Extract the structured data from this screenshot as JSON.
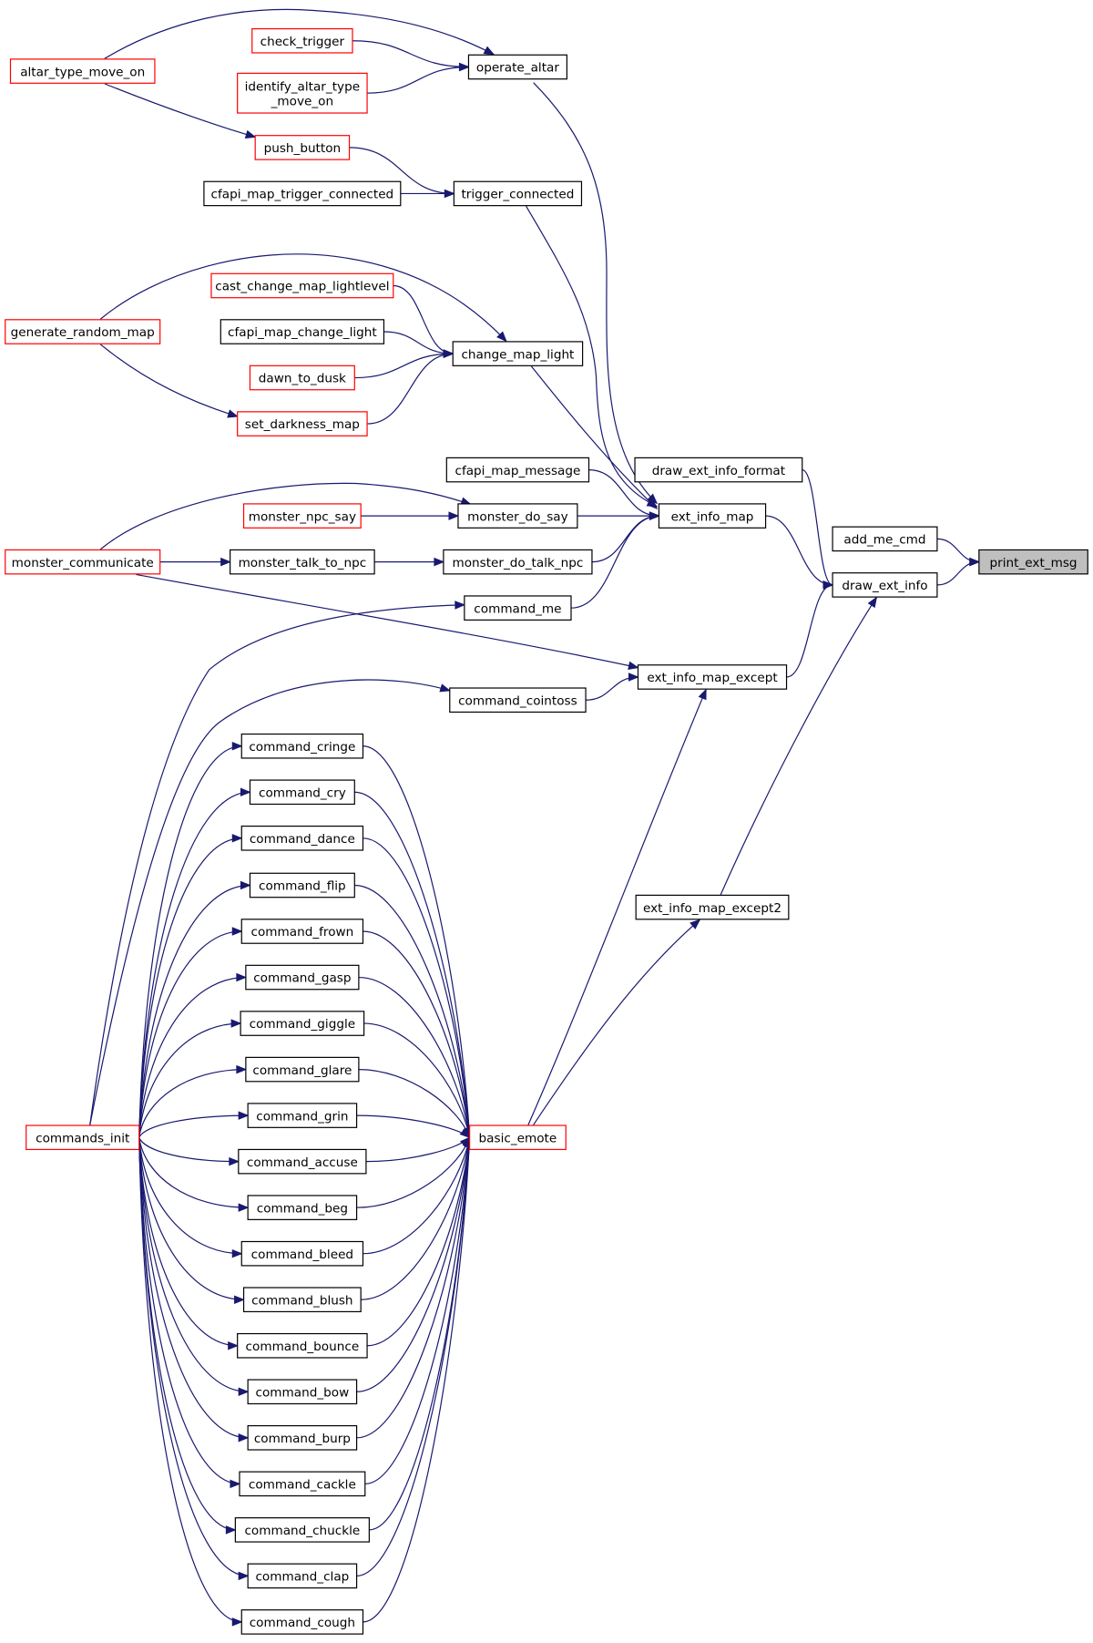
{
  "nodes": [
    {
      "id": "print_ext_msg",
      "label": "print_ext_msg",
      "style": "grey"
    },
    {
      "id": "add_me_cmd",
      "label": "add_me_cmd",
      "style": "black"
    },
    {
      "id": "draw_ext_info",
      "label": "draw_ext_info",
      "style": "black"
    },
    {
      "id": "draw_ext_info_format",
      "label": "draw_ext_info_format",
      "style": "black"
    },
    {
      "id": "ext_info_map",
      "label": "ext_info_map",
      "style": "black"
    },
    {
      "id": "ext_info_map_except",
      "label": "ext_info_map_except",
      "style": "black"
    },
    {
      "id": "ext_info_map_except2",
      "label": "ext_info_map_except2",
      "style": "black"
    },
    {
      "id": "operate_altar",
      "label": "operate_altar",
      "style": "black"
    },
    {
      "id": "trigger_connected",
      "label": "trigger_connected",
      "style": "black"
    },
    {
      "id": "change_map_light",
      "label": "change_map_light",
      "style": "black"
    },
    {
      "id": "cfapi_map_message",
      "label": "cfapi_map_message",
      "style": "black"
    },
    {
      "id": "monster_do_say",
      "label": "monster_do_say",
      "style": "black"
    },
    {
      "id": "monster_do_talk_npc",
      "label": "monster_do_talk_npc",
      "style": "black"
    },
    {
      "id": "command_me",
      "label": "command_me",
      "style": "black"
    },
    {
      "id": "command_cointoss",
      "label": "command_cointoss",
      "style": "black"
    },
    {
      "id": "basic_emote",
      "label": "basic_emote",
      "style": "red"
    },
    {
      "id": "check_trigger",
      "label": "check_trigger",
      "style": "red"
    },
    {
      "id": "identify_altar_type_move_on",
      "label": "identify_altar_type\n_move_on",
      "style": "red"
    },
    {
      "id": "push_button",
      "label": "push_button",
      "style": "red"
    },
    {
      "id": "cfapi_map_trigger_connected",
      "label": "cfapi_map_trigger_connected",
      "style": "black"
    },
    {
      "id": "cast_change_map_lightlevel",
      "label": "cast_change_map_lightlevel",
      "style": "red"
    },
    {
      "id": "cfapi_map_change_light",
      "label": "cfapi_map_change_light",
      "style": "black"
    },
    {
      "id": "dawn_to_dusk",
      "label": "dawn_to_dusk",
      "style": "red"
    },
    {
      "id": "set_darkness_map",
      "label": "set_darkness_map",
      "style": "red"
    },
    {
      "id": "monster_npc_say",
      "label": "monster_npc_say",
      "style": "red"
    },
    {
      "id": "monster_talk_to_npc",
      "label": "monster_talk_to_npc",
      "style": "black"
    },
    {
      "id": "altar_type_move_on",
      "label": "altar_type_move_on",
      "style": "red"
    },
    {
      "id": "generate_random_map",
      "label": "generate_random_map",
      "style": "red"
    },
    {
      "id": "monster_communicate",
      "label": "monster_communicate",
      "style": "red"
    },
    {
      "id": "commands_init",
      "label": "commands_init",
      "style": "red"
    },
    {
      "id": "command_cringe",
      "label": "command_cringe",
      "style": "black"
    },
    {
      "id": "command_cry",
      "label": "command_cry",
      "style": "black"
    },
    {
      "id": "command_dance",
      "label": "command_dance",
      "style": "black"
    },
    {
      "id": "command_flip",
      "label": "command_flip",
      "style": "black"
    },
    {
      "id": "command_frown",
      "label": "command_frown",
      "style": "black"
    },
    {
      "id": "command_gasp",
      "label": "command_gasp",
      "style": "black"
    },
    {
      "id": "command_giggle",
      "label": "command_giggle",
      "style": "black"
    },
    {
      "id": "command_glare",
      "label": "command_glare",
      "style": "black"
    },
    {
      "id": "command_grin",
      "label": "command_grin",
      "style": "black"
    },
    {
      "id": "command_accuse",
      "label": "command_accuse",
      "style": "black"
    },
    {
      "id": "command_beg",
      "label": "command_beg",
      "style": "black"
    },
    {
      "id": "command_bleed",
      "label": "command_bleed",
      "style": "black"
    },
    {
      "id": "command_blush",
      "label": "command_blush",
      "style": "black"
    },
    {
      "id": "command_bounce",
      "label": "command_bounce",
      "style": "black"
    },
    {
      "id": "command_bow",
      "label": "command_bow",
      "style": "black"
    },
    {
      "id": "command_burp",
      "label": "command_burp",
      "style": "black"
    },
    {
      "id": "command_cackle",
      "label": "command_cackle",
      "style": "black"
    },
    {
      "id": "command_chuckle",
      "label": "command_chuckle",
      "style": "black"
    },
    {
      "id": "command_clap",
      "label": "command_clap",
      "style": "black"
    },
    {
      "id": "command_cough",
      "label": "command_cough",
      "style": "black"
    }
  ],
  "edges": [
    [
      "add_me_cmd",
      "print_ext_msg"
    ],
    [
      "draw_ext_info",
      "print_ext_msg"
    ],
    [
      "draw_ext_info_format",
      "draw_ext_info"
    ],
    [
      "ext_info_map",
      "draw_ext_info"
    ],
    [
      "ext_info_map_except",
      "draw_ext_info"
    ],
    [
      "ext_info_map_except2",
      "draw_ext_info"
    ],
    [
      "operate_altar",
      "ext_info_map"
    ],
    [
      "trigger_connected",
      "ext_info_map"
    ],
    [
      "change_map_light",
      "ext_info_map"
    ],
    [
      "cfapi_map_message",
      "ext_info_map"
    ],
    [
      "monster_do_say",
      "ext_info_map"
    ],
    [
      "monster_do_talk_npc",
      "ext_info_map"
    ],
    [
      "command_me",
      "ext_info_map"
    ],
    [
      "monster_communicate",
      "ext_info_map_except"
    ],
    [
      "command_cointoss",
      "ext_info_map_except"
    ],
    [
      "basic_emote",
      "ext_info_map_except"
    ],
    [
      "basic_emote",
      "ext_info_map_except2"
    ],
    [
      "altar_type_move_on",
      "operate_altar"
    ],
    [
      "check_trigger",
      "operate_altar"
    ],
    [
      "identify_altar_type_move_on",
      "operate_altar"
    ],
    [
      "altar_type_move_on",
      "push_button"
    ],
    [
      "push_button",
      "trigger_connected"
    ],
    [
      "cfapi_map_trigger_connected",
      "trigger_connected"
    ],
    [
      "generate_random_map",
      "change_map_light"
    ],
    [
      "cast_change_map_lightlevel",
      "change_map_light"
    ],
    [
      "cfapi_map_change_light",
      "change_map_light"
    ],
    [
      "dawn_to_dusk",
      "change_map_light"
    ],
    [
      "set_darkness_map",
      "change_map_light"
    ],
    [
      "generate_random_map",
      "set_darkness_map"
    ],
    [
      "monster_communicate",
      "monster_do_say"
    ],
    [
      "monster_npc_say",
      "monster_do_say"
    ],
    [
      "monster_communicate",
      "monster_talk_to_npc"
    ],
    [
      "monster_talk_to_npc",
      "monster_do_talk_npc"
    ],
    [
      "commands_init",
      "command_me"
    ],
    [
      "commands_init",
      "command_cointoss"
    ],
    [
      "commands_init",
      "command_cringe"
    ],
    [
      "commands_init",
      "command_cry"
    ],
    [
      "commands_init",
      "command_dance"
    ],
    [
      "commands_init",
      "command_flip"
    ],
    [
      "commands_init",
      "command_frown"
    ],
    [
      "commands_init",
      "command_gasp"
    ],
    [
      "commands_init",
      "command_giggle"
    ],
    [
      "commands_init",
      "command_glare"
    ],
    [
      "commands_init",
      "command_grin"
    ],
    [
      "commands_init",
      "command_accuse"
    ],
    [
      "commands_init",
      "command_beg"
    ],
    [
      "commands_init",
      "command_bleed"
    ],
    [
      "commands_init",
      "command_blush"
    ],
    [
      "commands_init",
      "command_bounce"
    ],
    [
      "commands_init",
      "command_bow"
    ],
    [
      "commands_init",
      "command_burp"
    ],
    [
      "commands_init",
      "command_cackle"
    ],
    [
      "commands_init",
      "command_chuckle"
    ],
    [
      "commands_init",
      "command_clap"
    ],
    [
      "commands_init",
      "command_cough"
    ],
    [
      "command_cringe",
      "basic_emote"
    ],
    [
      "command_cry",
      "basic_emote"
    ],
    [
      "command_dance",
      "basic_emote"
    ],
    [
      "command_flip",
      "basic_emote"
    ],
    [
      "command_frown",
      "basic_emote"
    ],
    [
      "command_gasp",
      "basic_emote"
    ],
    [
      "command_giggle",
      "basic_emote"
    ],
    [
      "command_glare",
      "basic_emote"
    ],
    [
      "command_grin",
      "basic_emote"
    ],
    [
      "command_accuse",
      "basic_emote"
    ],
    [
      "command_beg",
      "basic_emote"
    ],
    [
      "command_bleed",
      "basic_emote"
    ],
    [
      "command_blush",
      "basic_emote"
    ],
    [
      "command_bounce",
      "basic_emote"
    ],
    [
      "command_bow",
      "basic_emote"
    ],
    [
      "command_burp",
      "basic_emote"
    ],
    [
      "command_cackle",
      "basic_emote"
    ],
    [
      "command_chuckle",
      "basic_emote"
    ],
    [
      "command_clap",
      "basic_emote"
    ],
    [
      "command_cough",
      "basic_emote"
    ]
  ]
}
